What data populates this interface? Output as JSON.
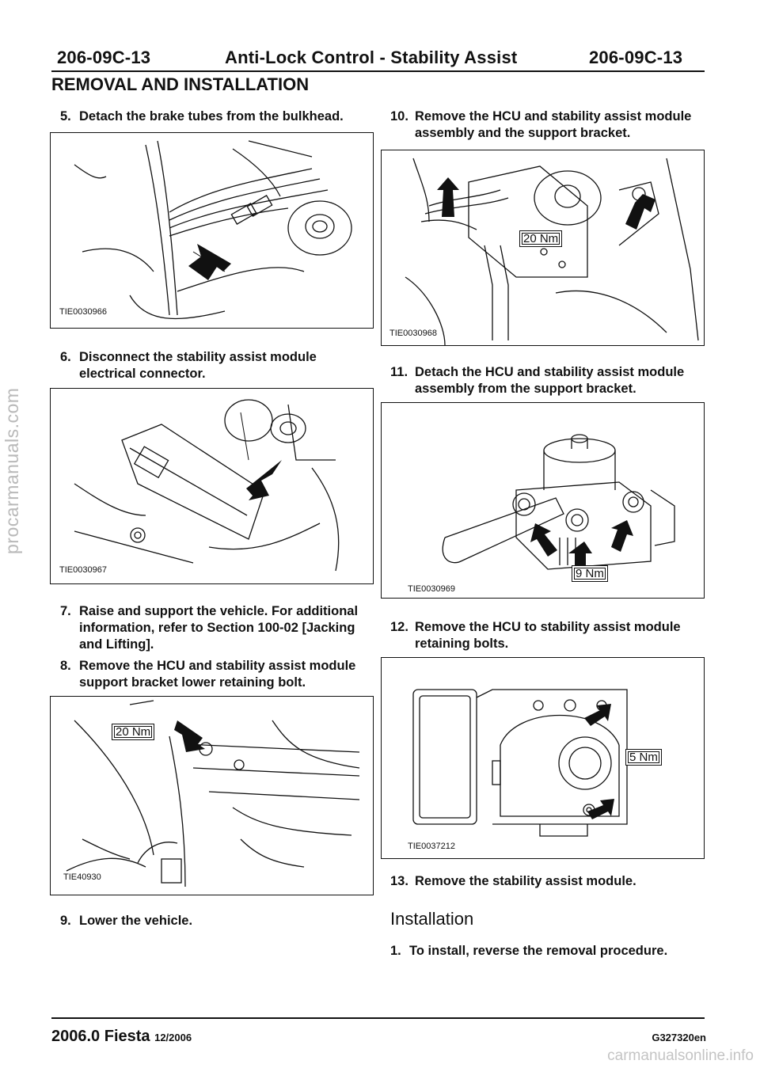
{
  "header": {
    "code_left": "206-09C-13",
    "title": "Anti-Lock Control - Stability Assist",
    "code_right": "206-09C-13",
    "section": "REMOVAL AND INSTALLATION"
  },
  "steps": {
    "s5": {
      "num": "5.",
      "text": "Detach the brake tubes from the bulkhead."
    },
    "s6": {
      "num": "6.",
      "text": "Disconnect the stability assist module electrical connector."
    },
    "s7": {
      "num": "7.",
      "text": "Raise and support the vehicle. For additional information, refer to Section 100-02 [Jacking and Lifting]."
    },
    "s8": {
      "num": "8.",
      "text": "Remove the HCU and stability assist module support bracket lower retaining bolt."
    },
    "s9": {
      "num": "9.",
      "text": "Lower the vehicle."
    },
    "s10": {
      "num": "10.",
      "text": "Remove the HCU and stability assist module assembly and the support bracket."
    },
    "s11": {
      "num": "11.",
      "text": "Detach the HCU and stability assist module assembly from the support bracket."
    },
    "s12": {
      "num": "12.",
      "text": "Remove the HCU to stability assist module retaining bolts."
    },
    "s13": {
      "num": "13.",
      "text": "Remove the stability assist module."
    }
  },
  "installation": {
    "heading": "Installation",
    "step1": {
      "num": "1.",
      "text": "To install, reverse the removal procedure."
    }
  },
  "figures": {
    "f5": {
      "id": "TIE0030966"
    },
    "f6": {
      "id": "TIE0030967"
    },
    "f8": {
      "id": "TIE40930",
      "torque": "20 Nm"
    },
    "f10": {
      "id": "TIE0030968",
      "torque": "20 Nm"
    },
    "f11": {
      "id": "TIE0030969",
      "torque": "9 Nm"
    },
    "f12": {
      "id": "TIE0037212",
      "torque": "5 Nm"
    }
  },
  "footer": {
    "model": "2006.0 Fiesta",
    "date": "12/2006",
    "code": "G327320en"
  },
  "watermarks": {
    "side": "procarmanuals.com",
    "bottom": "carmanualsonline.info"
  }
}
